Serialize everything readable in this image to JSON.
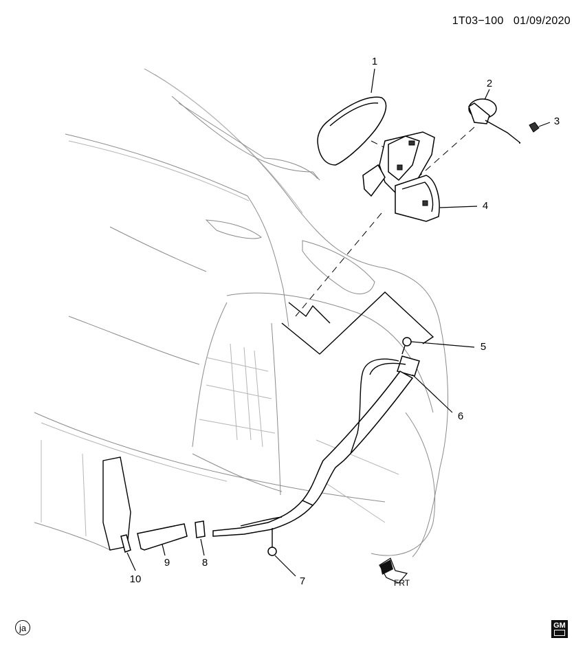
{
  "diagram_code": "1T03−100",
  "diagram_date": "01/09/2020",
  "callouts": [
    "1",
    "2",
    "3",
    "4",
    "5",
    "6",
    "7",
    "8",
    "9",
    "10"
  ],
  "artist_mark": "ja",
  "logo_text": "GM",
  "front_arrow_label": "FRT"
}
